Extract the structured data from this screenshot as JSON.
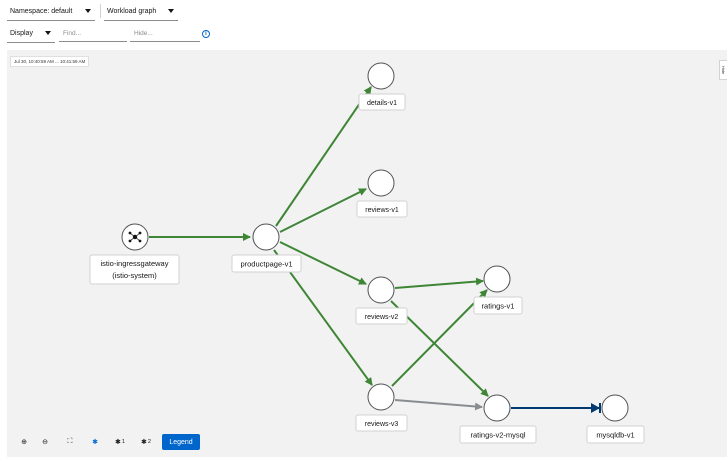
{
  "toolbar": {
    "namespace_label": "Namespace: default",
    "graph_type_label": "Workload graph",
    "display_label": "Display",
    "find_placeholder": "Find...",
    "hide_placeholder": "Hide...",
    "info_glyph": "i"
  },
  "canvas": {
    "timestamp": "Jul 30, 10:40:59 AM ... 10:41:59 AM",
    "hide_tab": "Hide"
  },
  "graph": {
    "nodes": [
      {
        "id": "details-v1",
        "label": "details-v1"
      },
      {
        "id": "reviews-v1",
        "label": "reviews-v1"
      },
      {
        "id": "istio-ingressgateway",
        "label_line1": "istio-ingressgateway",
        "label_line2": "(istio-system)"
      },
      {
        "id": "productpage-v1",
        "label": "productpage-v1"
      },
      {
        "id": "reviews-v2",
        "label": "reviews-v2"
      },
      {
        "id": "ratings-v1",
        "label": "ratings-v1"
      },
      {
        "id": "reviews-v3",
        "label": "reviews-v3"
      },
      {
        "id": "ratings-v2-mysql",
        "label": "ratings-v2-mysql"
      },
      {
        "id": "mysqldb-v1",
        "label": "mysqldb-v1"
      }
    ],
    "colors": {
      "healthy_edge": "#3e8635",
      "idle_edge": "#8a8d90",
      "tcp_edge": "#003a70",
      "node_stroke": "#4f5255"
    }
  },
  "controls": {
    "zoom_in": "⊕",
    "zoom_out": "⊖",
    "fit": "⛶",
    "layout_default": "✱",
    "layout1": "✱",
    "layout1_label": "1",
    "layout2": "✱",
    "layout2_label": "2",
    "legend_label": "Legend"
  }
}
